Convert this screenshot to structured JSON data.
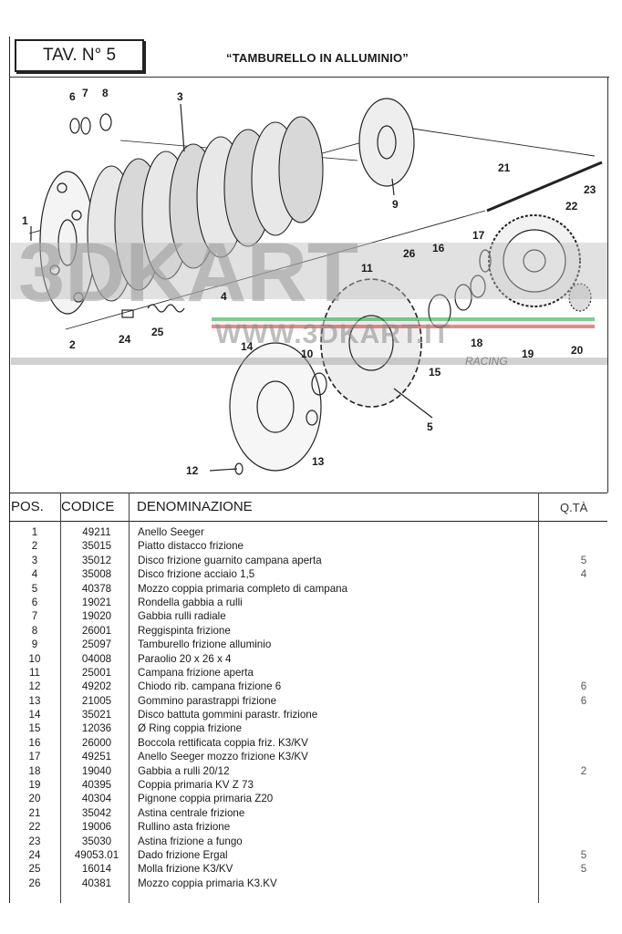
{
  "header": {
    "tav": "TAV. N° 5",
    "title": "“TAMBURELLO IN ALLUMINIO”"
  },
  "watermark": {
    "brand": "3DKART",
    "url": "WWW.3DKART.IT",
    "tag": "RACING"
  },
  "callouts": [
    "1",
    "2",
    "3",
    "4",
    "5",
    "6",
    "7",
    "8",
    "9",
    "10",
    "11",
    "12",
    "13",
    "14",
    "15",
    "16",
    "17",
    "18",
    "19",
    "20",
    "21",
    "22",
    "23",
    "24",
    "25",
    "26"
  ],
  "table": {
    "columns": {
      "pos": "POS.",
      "codice": "CODICE",
      "denominazione": "DENOMINAZIONE",
      "qta": "Q.TÀ"
    },
    "rows": [
      {
        "pos": "1",
        "codice": "49211",
        "den": "Anello Seeger",
        "qta": ""
      },
      {
        "pos": "2",
        "codice": "35015",
        "den": "Piatto distacco frizione",
        "qta": ""
      },
      {
        "pos": "3",
        "codice": "35012",
        "den": "Disco frizione guarnito campana aperta",
        "qta": "5"
      },
      {
        "pos": "4",
        "codice": "35008",
        "den": "Disco frizione acciaio 1,5",
        "qta": "4"
      },
      {
        "pos": "5",
        "codice": "40378",
        "den": "Mozzo coppia primaria completo di campana",
        "qta": ""
      },
      {
        "pos": "6",
        "codice": "19021",
        "den": "Rondella gabbia a rulli",
        "qta": ""
      },
      {
        "pos": "7",
        "codice": "19020",
        "den": "Gabbia rulli radiale",
        "qta": ""
      },
      {
        "pos": "8",
        "codice": "26001",
        "den": "Reggispinta frizione",
        "qta": ""
      },
      {
        "pos": "9",
        "codice": "25097",
        "den": "Tamburello frizione alluminio",
        "qta": ""
      },
      {
        "pos": "10",
        "codice": "04008",
        "den": "Paraolio 20 x 26 x 4",
        "qta": ""
      },
      {
        "pos": "11",
        "codice": "25001",
        "den": "Campana frizione aperta",
        "qta": ""
      },
      {
        "pos": "12",
        "codice": "49202",
        "den": "Chiodo rib. campana frizione 6",
        "qta": "6"
      },
      {
        "pos": "13",
        "codice": "21005",
        "den": "Gommino parastrappi frizione",
        "qta": "6"
      },
      {
        "pos": "14",
        "codice": "35021",
        "den": "Disco battuta gommini parastr. frizione",
        "qta": ""
      },
      {
        "pos": "15",
        "codice": "12036",
        "den": "Ø Ring coppia frizione",
        "qta": ""
      },
      {
        "pos": "16",
        "codice": "26000",
        "den": "Boccola rettificata coppia friz. K3/KV",
        "qta": ""
      },
      {
        "pos": "17",
        "codice": "49251",
        "den": "Anello Seeger mozzo frizione K3/KV",
        "qta": ""
      },
      {
        "pos": "18",
        "codice": "19040",
        "den": "Gabbia a rulli 20/12",
        "qta": "2"
      },
      {
        "pos": "19",
        "codice": "40395",
        "den": "Coppia primaria KV Z 73",
        "qta": ""
      },
      {
        "pos": "20",
        "codice": "40304",
        "den": "Pignone coppia primaria Z20",
        "qta": ""
      },
      {
        "pos": "21",
        "codice": "35042",
        "den": "Astina centrale frizione",
        "qta": ""
      },
      {
        "pos": "22",
        "codice": "19006",
        "den": "Rullino asta frizione",
        "qta": ""
      },
      {
        "pos": "23",
        "codice": "35030",
        "den": "Astina frizione a fungo",
        "qta": ""
      },
      {
        "pos": "24",
        "codice": "49053.01",
        "den": "Dado frizione Ergal",
        "qta": "5"
      },
      {
        "pos": "25",
        "codice": "16014",
        "den": "Molla frizione K3/KV",
        "qta": "5"
      },
      {
        "pos": "26",
        "codice": "40381",
        "den": "Mozzo coppia primaria K3.KV",
        "qta": ""
      }
    ]
  }
}
